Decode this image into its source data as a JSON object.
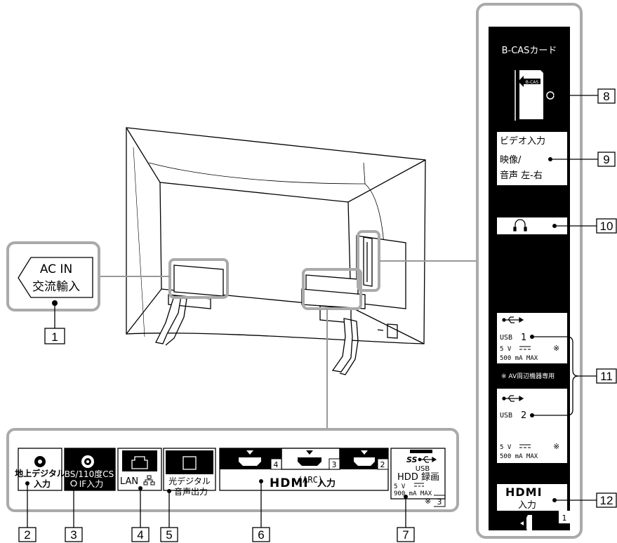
{
  "callouts": [
    "1",
    "2",
    "3",
    "4",
    "5",
    "6",
    "7",
    "8",
    "9",
    "10",
    "11",
    "12"
  ],
  "ac": {
    "line1": "AC IN",
    "line2": "交流輸入"
  },
  "ports": {
    "terrestrial": {
      "line1": "地上デジタル",
      "line2": "入力"
    },
    "bs": {
      "line1": "BS/110度CS",
      "line2": "IF入力"
    },
    "lan": {
      "label": "LAN",
      "icon": "network-icon"
    },
    "optical": {
      "line1": "光デジタル",
      "line2": "音声出力"
    },
    "hdmi": {
      "port4": "4",
      "port3": "3",
      "port2": "2",
      "arc": "(ARC)",
      "logo": "HDMI",
      "input": "入力"
    },
    "usb3": {
      "ss": "SS",
      "usb": "USB",
      "hdd": "HDD 録画",
      "v": "5 V",
      "ma": "900 mA MAX",
      "note": "※",
      "num": "3"
    }
  },
  "side_panel": {
    "bcas_title": "B-CASカード",
    "bcas_card": "B-CAS",
    "video_title": "ビデオ入力",
    "video_l1": "映像/",
    "video_l2": "音声 左-右",
    "headphone": "headphone-icon",
    "usb1": {
      "label": "USB",
      "num": "1",
      "v": "5 V",
      "note": "※",
      "ma": "500 mA MAX"
    },
    "av_note": "※ AV周辺機器専用",
    "usb2": {
      "label": "USB",
      "num": "2",
      "v": "5 V",
      "note": "※",
      "ma": "500 mA MAX"
    },
    "hdmi": {
      "logo": "HDMI",
      "input": "入力",
      "num": "1"
    }
  }
}
